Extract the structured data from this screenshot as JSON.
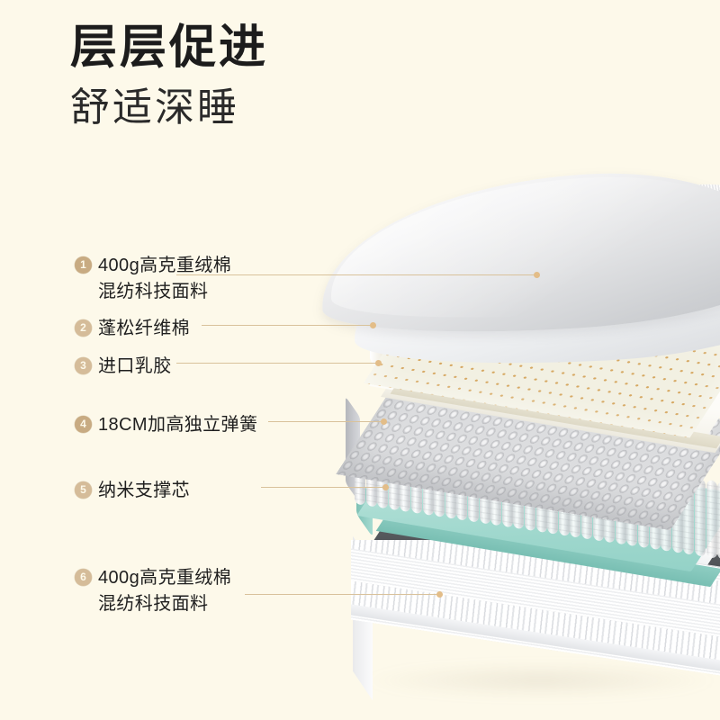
{
  "background_color": "#fdf9ea",
  "accent_color": "#c8ab82",
  "leader_color": "#d9c29b",
  "teal_color": "#a8dcd2",
  "headline": {
    "line1": "层层促进",
    "line2": "舒适深睡"
  },
  "callouts": [
    {
      "number": "❶",
      "index": "1",
      "line1": "400g高克重绒棉",
      "line2": "混纺科技面料"
    },
    {
      "number": "❷",
      "index": "2",
      "line1": "蓬松纤维棉",
      "line2": ""
    },
    {
      "number": "❸",
      "index": "3",
      "line1": "进口乳胶",
      "line2": ""
    },
    {
      "number": "❹",
      "index": "4",
      "line1": "18CM加高独立弹簧",
      "line2": ""
    },
    {
      "number": "❺",
      "index": "5",
      "line1": "纳米支撑芯",
      "line2": ""
    },
    {
      "number": "❻",
      "index": "6",
      "line1": "400g高克重绒棉",
      "line2": "混纺科技面料"
    }
  ],
  "product": {
    "type": "mattress-cutaway-illustration",
    "layers": [
      {
        "id": "1",
        "name": "400g高克重绒棉混纺科技面料",
        "appearance": "white knit cover fabric"
      },
      {
        "id": "2",
        "name": "蓬松纤维棉",
        "appearance": "fluffy white fiber wadding"
      },
      {
        "id": "3",
        "name": "进口乳胶",
        "appearance": "perforated cream latex slab"
      },
      {
        "id": "4",
        "name": "18CM加高独立弹簧",
        "appearance": "grey pocket spring coils"
      },
      {
        "id": "5",
        "name": "纳米支撑芯",
        "appearance": "mint teal support core"
      },
      {
        "id": "6",
        "name": "400g高克重绒棉混纺科技面料",
        "appearance": "white quilted base border"
      }
    ]
  }
}
